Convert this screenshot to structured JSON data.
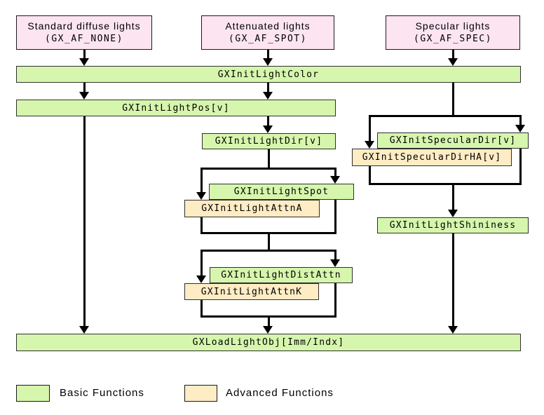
{
  "figure": {
    "light_types": [
      {
        "name": "Standard diffuse lights",
        "code": "(GX_AF_NONE)"
      },
      {
        "name": "Attenuated lights",
        "code": "(GX_AF_SPOT)"
      },
      {
        "name": "Specular lights",
        "code": "(GX_AF_SPEC)"
      }
    ],
    "functions": {
      "color": "GXInitLightColor",
      "pos": "GXInitLightPos[v]",
      "dir": "GXInitLightDir[v]",
      "specular_dir": "GXInitSpecularDir[v]",
      "specular_dir_ha": "GXInitSpecularDirHA[v]",
      "spot": "GXInitLightSpot",
      "attn_a": "GXInitLightAttnA",
      "shininess": "GXInitLightShininess",
      "dist_attn": "GXInitLightDistAttn",
      "attn_k": "GXInitLightAttnK",
      "load": "GXLoadLightObj[Imm/Indx]"
    },
    "legend": {
      "basic_label": "Basic Functions",
      "advanced_label": "Advanced Functions"
    },
    "colors": {
      "basic_fill": "#d6f6ad",
      "advanced_fill": "#fdecc4",
      "light_type_fill": "#fce4f1",
      "line": "#000000"
    }
  }
}
